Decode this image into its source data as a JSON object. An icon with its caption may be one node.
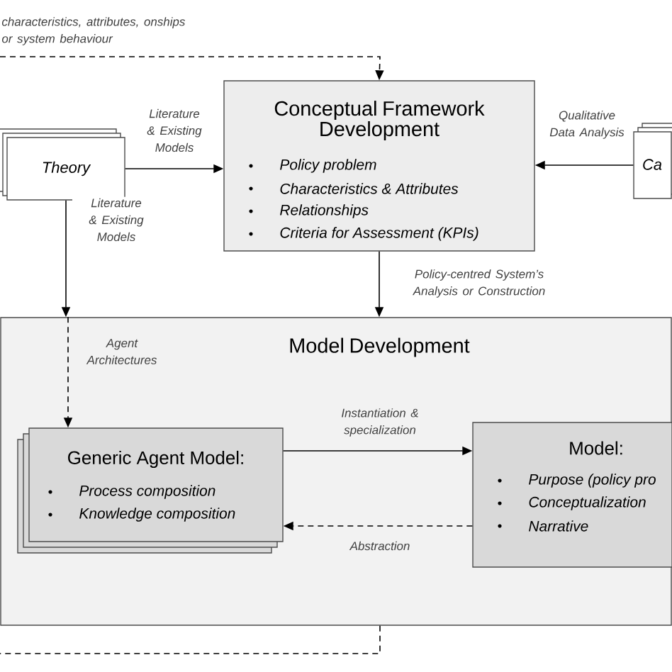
{
  "diagram": {
    "nodes": [
      {
        "text": [
          "Theory"
        ]
      },
      {
        "text": [
          "Conceptual Framework Development",
          "Policy problem",
          "Characteristics & Attributes",
          "Relationships",
          "Criteria for Assessment (KPIs)"
        ]
      },
      {
        "text": [
          "Ca"
        ]
      },
      {
        "text": [
          "Model Development"
        ]
      },
      {
        "text": [
          "Generic Agent Model:",
          "Process composition",
          "Knowledge composition"
        ],
        "in": 3
      },
      {
        "text": [
          "Model:",
          "Purpose (policy pro",
          "Conceptualization",
          "Narrative"
        ],
        "in": 3
      }
    ],
    "edges": [
      {
        "from": 0,
        "to": 1,
        "arrow": "to",
        "label": "Literature & Existing Models"
      },
      {
        "from": 2,
        "to": 1,
        "arrow": "to",
        "label": "Qualitative Data Analysis"
      },
      {
        "from": 0,
        "to": 3,
        "arrow": "to",
        "label": "Literature & Existing Models"
      },
      {
        "from": 3,
        "to": 4,
        "arrow": "to",
        "style": "dashed",
        "label": "Agent Architectures"
      },
      {
        "from": 1,
        "to": 3,
        "arrow": "to",
        "label": "Policy-centred System’s Analysis or Construction"
      },
      {
        "from": 4,
        "to": 5,
        "arrow": "to",
        "label": "Instantiation & specialization"
      },
      {
        "from": 5,
        "to": 4,
        "arrow": "to",
        "style": "dashed",
        "label": "Abstraction"
      },
      {
        "from": 3,
        "to": null,
        "arrow": "none",
        "style": "dashed"
      },
      {
        "from": null,
        "to": 1,
        "arrow": "to",
        "style": "dashed",
        "label": "characteristics, attributes, onships or system behaviour"
      }
    ]
  }
}
